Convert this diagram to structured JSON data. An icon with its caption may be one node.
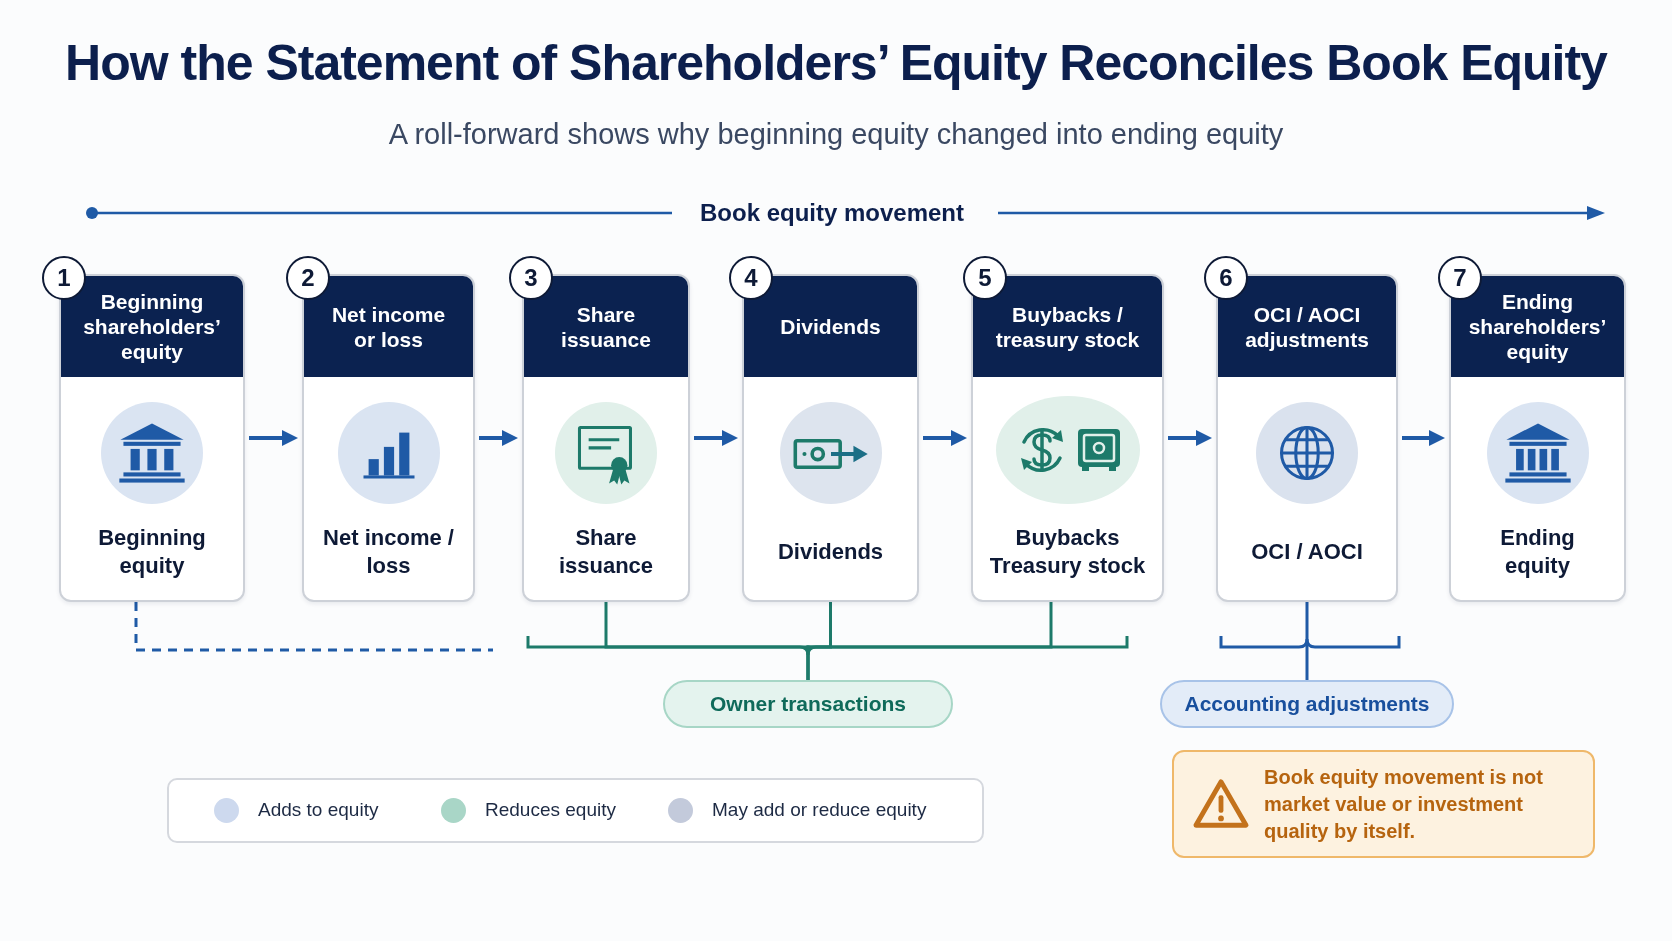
{
  "diagram": {
    "title": "How the Statement of Shareholders’ Equity Reconciles Book Equity",
    "nodes": [
      {
        "text": [
          "Beginning shareholders’ equity",
          "Beginning equity"
        ]
      },
      {
        "text": [
          "Net income or loss",
          "Net income / loss"
        ]
      },
      {
        "text": [
          "Share issuance",
          "Share issuance"
        ]
      },
      {
        "text": [
          "Dividends",
          "Dividends"
        ]
      },
      {
        "text": [
          "Buybacks / treasury stock",
          "Buybacks Treasury stock"
        ]
      },
      {
        "text": [
          "OCI / AOCI adjustments",
          "OCI / AOCI"
        ]
      },
      {
        "text": [
          "Ending shareholders’ equity",
          "Ending equity"
        ]
      },
      {
        "text": [
          "1"
        ]
      },
      {
        "text": [
          "2"
        ]
      },
      {
        "text": [
          "3"
        ]
      },
      {
        "text": [
          "4"
        ]
      },
      {
        "text": [
          "5"
        ]
      },
      {
        "text": [
          "6"
        ]
      },
      {
        "text": [
          "7"
        ]
      },
      {
        "text": [
          "Owner transactions"
        ]
      },
      {
        "text": [
          "Accounting adjustments"
        ]
      },
      {
        "text": [
          "Book equity movement is not market value or investment quality by itself."
        ]
      }
    ],
    "edges": [
      {
        "from": 0,
        "to": 1,
        "arrow": "to"
      },
      {
        "from": 1,
        "to": 2,
        "arrow": "to"
      },
      {
        "from": 2,
        "to": 3,
        "arrow": "to"
      },
      {
        "from": 3,
        "to": 4,
        "arrow": "to"
      },
      {
        "from": 4,
        "to": 5,
        "arrow": "to"
      },
      {
        "from": 5,
        "to": 6,
        "arrow": "to"
      },
      {
        "from": 0,
        "to": null,
        "arrow": "none",
        "style": "dashed"
      },
      {
        "from": 2,
        "to": 14,
        "arrow": "none",
        "color": "#1d7a6a"
      },
      {
        "from": 3,
        "to": 14,
        "arrow": "none",
        "color": "#1d7a6a"
      },
      {
        "from": 4,
        "to": 14,
        "arrow": "none",
        "color": "#1d7a6a"
      },
      {
        "from": 5,
        "to": 15,
        "arrow": "none"
      }
    ],
    "labels": [
      "A roll-forward shows why beginning equity changed into ending equity",
      "Book equity movement"
    ],
    "legend": [
      {
        "text": "Adds to equity",
        "color": "#cdd9ee"
      },
      {
        "text": "Reduces equity",
        "color": "#a9d6c7"
      },
      {
        "text": "May add or reduce equity",
        "color": "#c3cadb"
      }
    ]
  }
}
